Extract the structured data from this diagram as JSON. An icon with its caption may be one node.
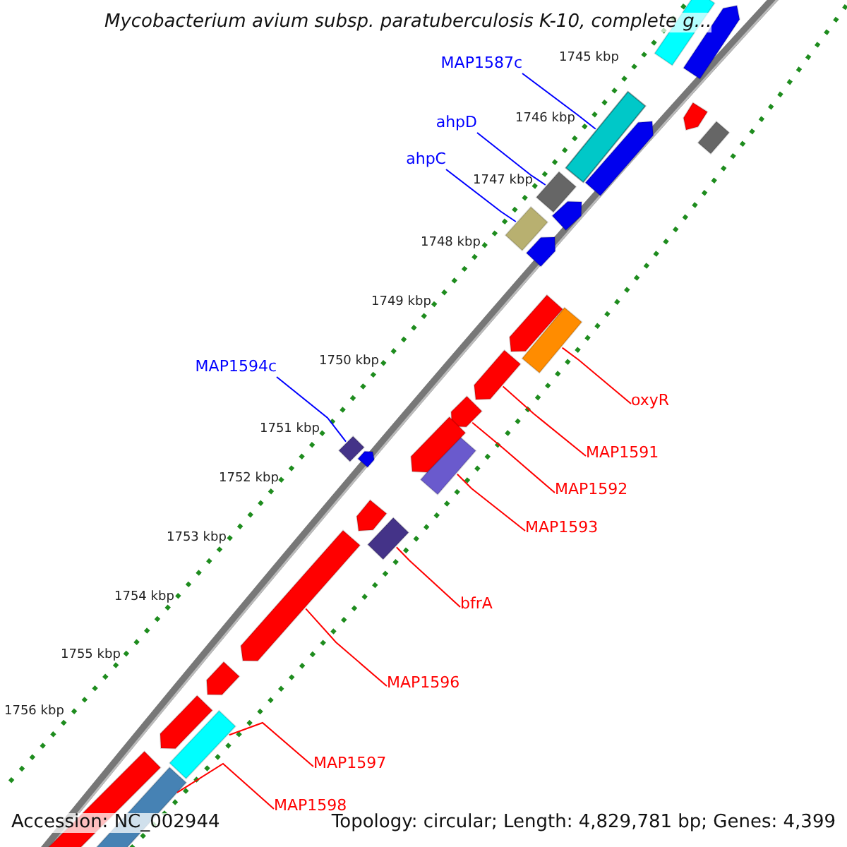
{
  "diagram": {
    "title": "Mycobacterium avium subsp. paratuberculosis K-10, complete g...",
    "nodes": [
      {
        "text": [
          "MAP1587c"
        ]
      },
      {
        "text": [],
        "shape": "box"
      },
      {
        "text": [
          "ahpD"
        ]
      },
      {
        "text": [],
        "shape": "bar"
      },
      {
        "text": [
          "ahpC"
        ]
      },
      {
        "text": [],
        "shape": "bar"
      },
      {
        "text": [
          "MAP1594c"
        ]
      },
      {
        "text": [],
        "shape": "bar"
      },
      {
        "text": [
          "oxyR"
        ]
      },
      {
        "text": [],
        "shape": "bar"
      },
      {
        "text": [
          "MAP1591"
        ]
      },
      {
        "text": [],
        "shape": "arrow"
      },
      {
        "text": [
          "MAP1592"
        ]
      },
      {
        "text": [],
        "shape": "arrow"
      },
      {
        "text": [
          "MAP1593"
        ]
      },
      {
        "text": [],
        "shape": "bar"
      },
      {
        "text": [
          "bfrA"
        ]
      },
      {
        "text": [],
        "shape": "bar"
      },
      {
        "text": [
          "MAP1596"
        ]
      },
      {
        "text": [],
        "shape": "arrow"
      },
      {
        "text": [
          "MAP1597"
        ]
      },
      {
        "text": [],
        "shape": "bar"
      },
      {
        "text": [
          "MAP1598"
        ]
      },
      {
        "text": [],
        "shape": "bar"
      },
      {
        "text": [],
        "shape": "bar"
      },
      {
        "text": [],
        "shape": "arrow"
      },
      {
        "text": [],
        "shape": "arrow"
      },
      {
        "text": [],
        "shape": "arrow"
      },
      {
        "text": [],
        "shape": "bar"
      },
      {
        "text": [],
        "shape": "arrow"
      },
      {
        "text": [],
        "shape": "arrow"
      },
      {
        "text": [],
        "shape": "arrow"
      },
      {
        "text": [],
        "shape": "arrow"
      },
      {
        "text": [],
        "shape": "arrow"
      },
      {
        "text": [],
        "shape": "arrow"
      },
      {
        "text": [],
        "shape": "arrow"
      },
      {
        "text": [],
        "shape": "arrow"
      },
      {
        "text": [],
        "shape": "bar"
      }
    ],
    "edges": [
      {
        "from": 0,
        "to": 1,
        "arrow": "none",
        "color": "#0000ff"
      },
      {
        "from": 2,
        "to": 3,
        "arrow": "none",
        "color": "#0000ff"
      },
      {
        "from": 4,
        "to": 5,
        "arrow": "none",
        "color": "#0000ff"
      },
      {
        "from": 6,
        "to": 7,
        "arrow": "none",
        "color": "#0000ff"
      },
      {
        "from": 8,
        "to": 9,
        "arrow": "none"
      },
      {
        "from": 10,
        "to": 11,
        "arrow": "none"
      },
      {
        "from": 12,
        "to": 13,
        "arrow": "none"
      },
      {
        "from": 14,
        "to": 15,
        "arrow": "none"
      },
      {
        "from": 16,
        "to": 17,
        "arrow": "none"
      },
      {
        "from": 18,
        "to": 19,
        "arrow": "none"
      },
      {
        "from": 20,
        "to": 21,
        "arrow": "none"
      },
      {
        "from": 22,
        "to": 23,
        "arrow": "none"
      }
    ],
    "labels": [
      "1745 kbp",
      "1746 kbp",
      "1747 kbp",
      "1748 kbp",
      "1749 kbp",
      "1750 kbp",
      "1751 kbp",
      "1752 kbp",
      "1753 kbp",
      "1754 kbp",
      "1755 kbp",
      "1756 kbp",
      "Accession: NC_002944",
      "Topology: circular; Length: 4,829,781 bp; Genes: 4,399"
    ]
  }
}
